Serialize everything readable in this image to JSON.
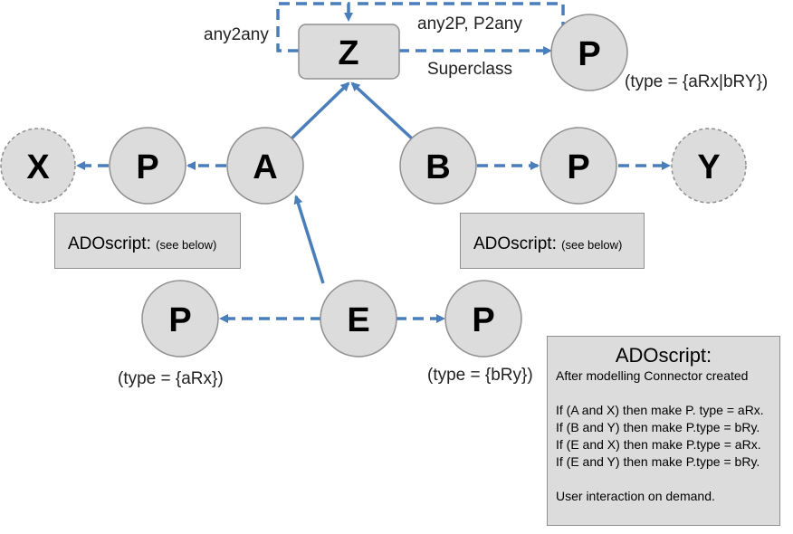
{
  "nodes": {
    "z": "Z",
    "p_top": "P",
    "x": "X",
    "p_left": "P",
    "a": "A",
    "b": "B",
    "p_right": "P",
    "y": "Y",
    "p_bottom_left": "P",
    "e": "E",
    "p_bottom_right": "P"
  },
  "edge_labels": {
    "any2any": "any2any",
    "any2p_p2any": "any2P, P2any",
    "superclass": "Superclass"
  },
  "type_labels": {
    "top": "(type = {aRx|bRY})",
    "bottom_left": "(type = {aRx})",
    "bottom_right": "(type = {bRy})"
  },
  "boxes": {
    "left": {
      "title": "ADOscript:",
      "note": "(see below)"
    },
    "mid": {
      "title": "ADOscript:",
      "note": "(see below)"
    },
    "right": {
      "title": "ADOscript:",
      "intro": "After modelling Connector created",
      "rules": [
        "If (A and X) then make P. type = aRx.",
        "If (B and Y) then make P.type = bRy.",
        "If (E and X) then make P.type = aRx.",
        "If (E and Y) then make P.type = bRy."
      ],
      "footer": "User interaction on demand."
    }
  },
  "colors": {
    "edge": "#4a7ebb",
    "node_fill": "#dcdcdc",
    "node_stroke": "#909090"
  }
}
